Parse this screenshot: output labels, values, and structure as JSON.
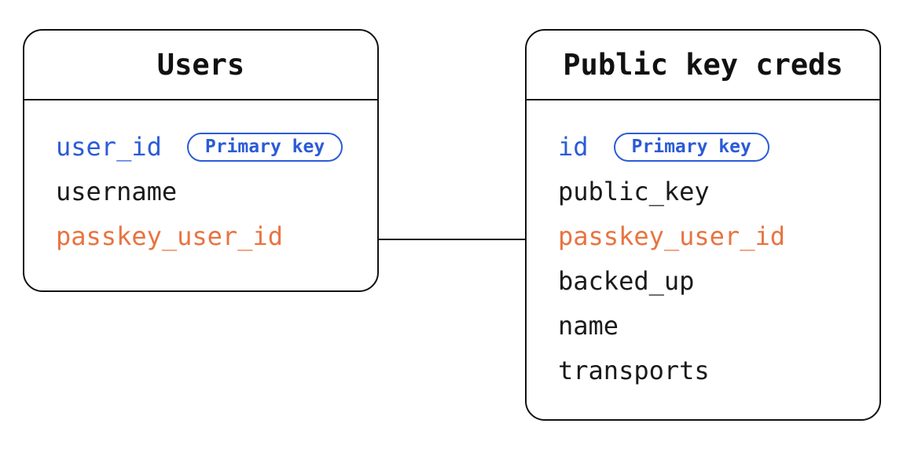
{
  "diagram": {
    "colors": {
      "primary_key_blue": "#2b5bd7",
      "foreign_key_orange": "#e87440",
      "line_black": "#111111",
      "background": "#ffffff"
    },
    "tables": [
      {
        "title": "Users",
        "fields": [
          {
            "name": "user_id",
            "role": "primary",
            "badge": "Primary key"
          },
          {
            "name": "username",
            "role": "normal"
          },
          {
            "name": "passkey_user_id",
            "role": "foreign"
          }
        ]
      },
      {
        "title": "Public key creds",
        "fields": [
          {
            "name": "id",
            "role": "primary",
            "badge": "Primary key"
          },
          {
            "name": "public_key",
            "role": "normal"
          },
          {
            "name": "passkey_user_id",
            "role": "foreign"
          },
          {
            "name": "backed_up",
            "role": "normal"
          },
          {
            "name": "name",
            "role": "normal"
          },
          {
            "name": "transports",
            "role": "normal"
          }
        ]
      }
    ],
    "connector": {
      "type": "straight-line",
      "from_table": 0,
      "from_field": "passkey_user_id",
      "to_table": 1,
      "to_field": "passkey_user_id"
    }
  }
}
